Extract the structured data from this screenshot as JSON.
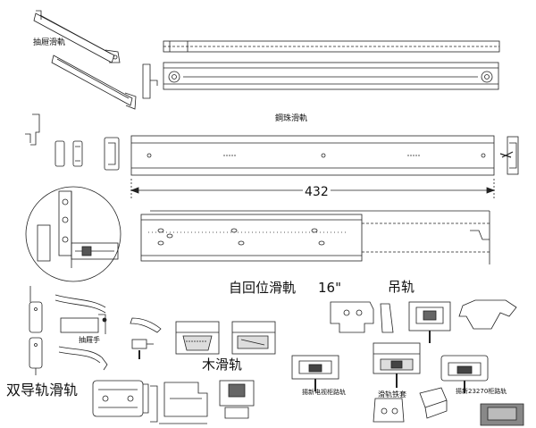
{
  "labels": {
    "drawer_slide": "抽屜滑軌",
    "steel_ball_slide": "鋼珠滑軌",
    "dimension_432": "432",
    "self_return_slide": "自回位滑軌",
    "size_16": "16\"",
    "hanging_rail": "吊轨",
    "drawer_handle": "抽屜手",
    "wood_slide": "木滑轨",
    "double_guide_slide": "双导轨滑轨",
    "tv_rail": "揚新电视柜路轨",
    "slide_hardware": "滑轨铁套",
    "rail_23270": "揚新23270柜路轨"
  }
}
